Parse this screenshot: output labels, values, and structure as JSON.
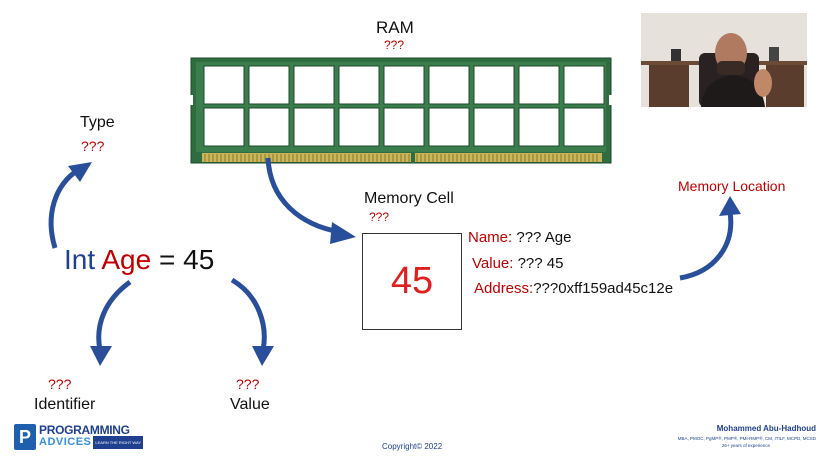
{
  "ram": {
    "title": "RAM",
    "question": "???"
  },
  "type": {
    "label": "Type",
    "question": "???"
  },
  "memory_cell": {
    "title": "Memory Cell",
    "question": "???",
    "value": "45"
  },
  "memory_location": {
    "label": "Memory Location"
  },
  "statement": {
    "type": "Int",
    "identifier": "Age",
    "operator": "=",
    "value": "45"
  },
  "cell_properties": {
    "name_key": "Name:",
    "name_value": "??? Age",
    "value_key": "Value:",
    "value_value": "???  45",
    "address_key": "Address:",
    "address_value": "???0xff159ad45c12e"
  },
  "identifier": {
    "question": "???",
    "label": "Identifier"
  },
  "value_branch": {
    "question": "???",
    "label": "Value"
  },
  "footer": {
    "copyright": "Copyright© 2022",
    "presenter_name": "Mohammed Abu-Hadhoud",
    "presenter_creds": "MBA, PMOC, PgMP®, PMP®, PMI-RMP®, CM, ITILF, MCPD, MCSD",
    "presenter_experience": "26+ years of experience",
    "logo_mark": "P",
    "logo_line1": "PROGRAMMING",
    "logo_line2": "ADVICES",
    "logo_tagline": "LEARN THE RIGHT WAY"
  },
  "colors": {
    "red": "#c00000",
    "navy": "#1f3f8f",
    "arrow": "#2a4f9a",
    "ram_green": "#2e6b3f"
  }
}
